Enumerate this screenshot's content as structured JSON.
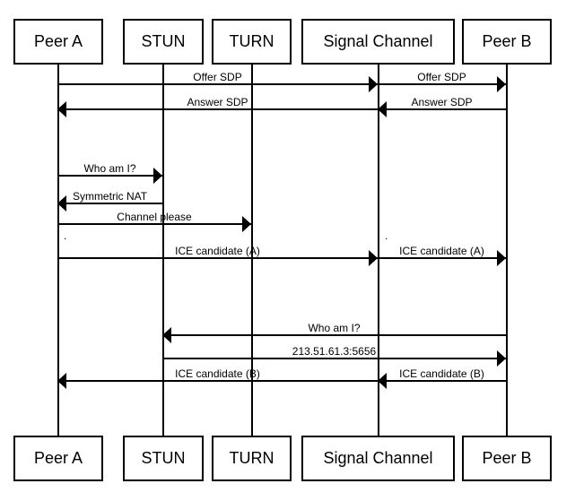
{
  "diagram": {
    "type": "sequence-diagram",
    "actors": [
      {
        "id": "peer-a",
        "label": "Peer A"
      },
      {
        "id": "stun",
        "label": "STUN"
      },
      {
        "id": "turn",
        "label": "TURN"
      },
      {
        "id": "signal-channel",
        "label": "Signal Channel"
      },
      {
        "id": "peer-b",
        "label": "Peer B"
      }
    ],
    "messages": [
      {
        "label": "Offer SDP",
        "from": "Peer A",
        "to": "Signal Channel",
        "direction": "right"
      },
      {
        "label": "Offer SDP",
        "from": "Signal Channel",
        "to": "Peer B",
        "direction": "right"
      },
      {
        "label": "Answer SDP",
        "from": "Peer B",
        "to": "Signal Channel",
        "direction": "left"
      },
      {
        "label": "Answer SDP",
        "from": "Signal Channel",
        "to": "Peer A",
        "direction": "left"
      },
      {
        "label": "Who am I?",
        "from": "Peer A",
        "to": "STUN",
        "direction": "right"
      },
      {
        "label": "Symmetric NAT",
        "from": "STUN",
        "to": "Peer A",
        "direction": "left"
      },
      {
        "label": "Channel please",
        "from": "Peer A",
        "to": "TURN",
        "direction": "right"
      },
      {
        "label": "ICE candidate (A)",
        "from": "Peer A",
        "to": "Signal Channel",
        "direction": "right"
      },
      {
        "label": "ICE candidate (A)",
        "from": "Signal Channel",
        "to": "Peer B",
        "direction": "right"
      },
      {
        "label": "Who am I?",
        "from": "Peer B",
        "to": "STUN",
        "direction": "left"
      },
      {
        "label": "213.51.61.3:5656",
        "from": "STUN",
        "to": "Peer B",
        "direction": "right"
      },
      {
        "label": "ICE candidate (B)",
        "from": "Peer B",
        "to": "Signal Channel",
        "direction": "left"
      },
      {
        "label": "ICE candidate (B)",
        "from": "Signal Channel",
        "to": "Peer A",
        "direction": "left"
      }
    ],
    "annotations": [
      {
        "label": "."
      },
      {
        "label": "."
      }
    ],
    "colors": {
      "line": "#000000",
      "background": "#ffffff",
      "text": "#000000"
    }
  }
}
